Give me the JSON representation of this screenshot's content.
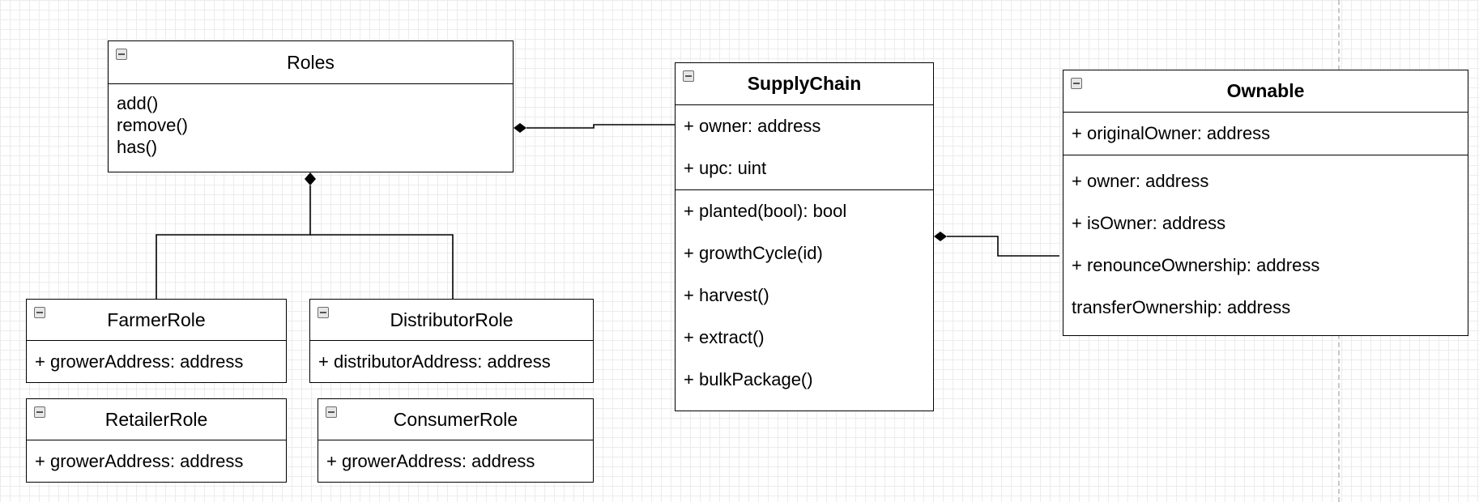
{
  "diagram": {
    "classes": {
      "roles": {
        "name": "Roles",
        "methods": [
          "add()",
          "remove()",
          "has()"
        ]
      },
      "supply_chain": {
        "name": "SupplyChain",
        "attributes": [
          "+ owner: address",
          "+ upc: uint"
        ],
        "methods": [
          "+ planted(bool): bool",
          "+ growthCycle(id)",
          "+ harvest()",
          "+ extract()",
          "+ bulkPackage()"
        ]
      },
      "ownable": {
        "name": "Ownable",
        "attributes": [
          "+ originalOwner: address"
        ],
        "methods": [
          "+ owner: address",
          "+ isOwner: address",
          "+ renounceOwnership: address",
          "transferOwnership: address"
        ]
      },
      "farmer_role": {
        "name": "FarmerRole",
        "attributes": [
          "+ growerAddress: address"
        ]
      },
      "distributor_role": {
        "name": "DistributorRole",
        "attributes": [
          "+ distributorAddress: address"
        ]
      },
      "retailer_role": {
        "name": "RetailerRole",
        "attributes": [
          "+ growerAddress: address"
        ]
      },
      "consumer_role": {
        "name": "ConsumerRole",
        "attributes": [
          "+ growerAddress: address"
        ]
      }
    },
    "relationships": [
      {
        "type": "composition",
        "whole": "Roles",
        "part": "SupplyChain"
      },
      {
        "type": "composition",
        "whole": "Roles",
        "part": "FarmerRole"
      },
      {
        "type": "composition",
        "whole": "Roles",
        "part": "DistributorRole"
      },
      {
        "type": "composition",
        "whole": "SupplyChain",
        "part": "Ownable"
      }
    ]
  }
}
